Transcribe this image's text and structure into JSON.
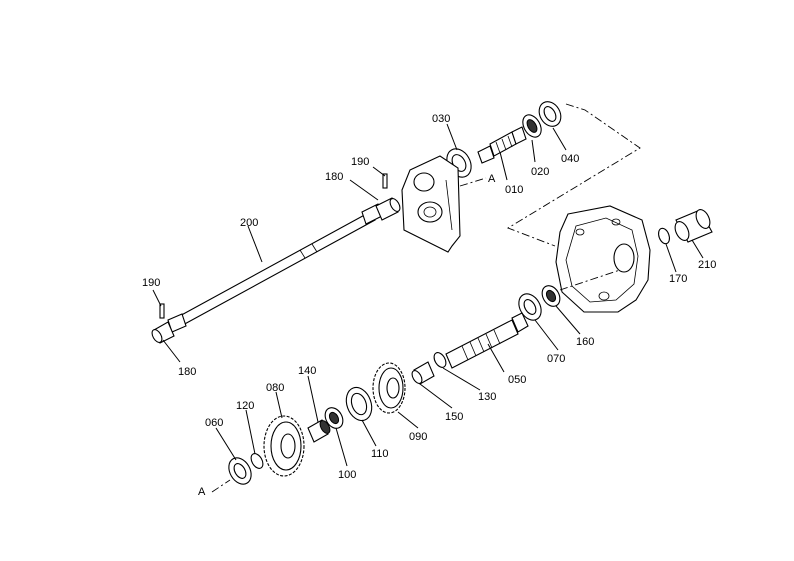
{
  "labels": {
    "p010": "010",
    "p020": "020",
    "p030": "030",
    "p040": "040",
    "p050": "050",
    "p060": "060",
    "p070": "070",
    "p080": "080",
    "p090": "090",
    "p100": "100",
    "p110": "110",
    "p120": "120",
    "p130": "130",
    "p140": "140",
    "p150": "150",
    "p160": "160",
    "p170": "170",
    "p180a": "180",
    "p180b": "180",
    "p190a": "190",
    "p190b": "190",
    "p200": "200",
    "p210": "210",
    "refA1": "A",
    "refA2": "A"
  }
}
